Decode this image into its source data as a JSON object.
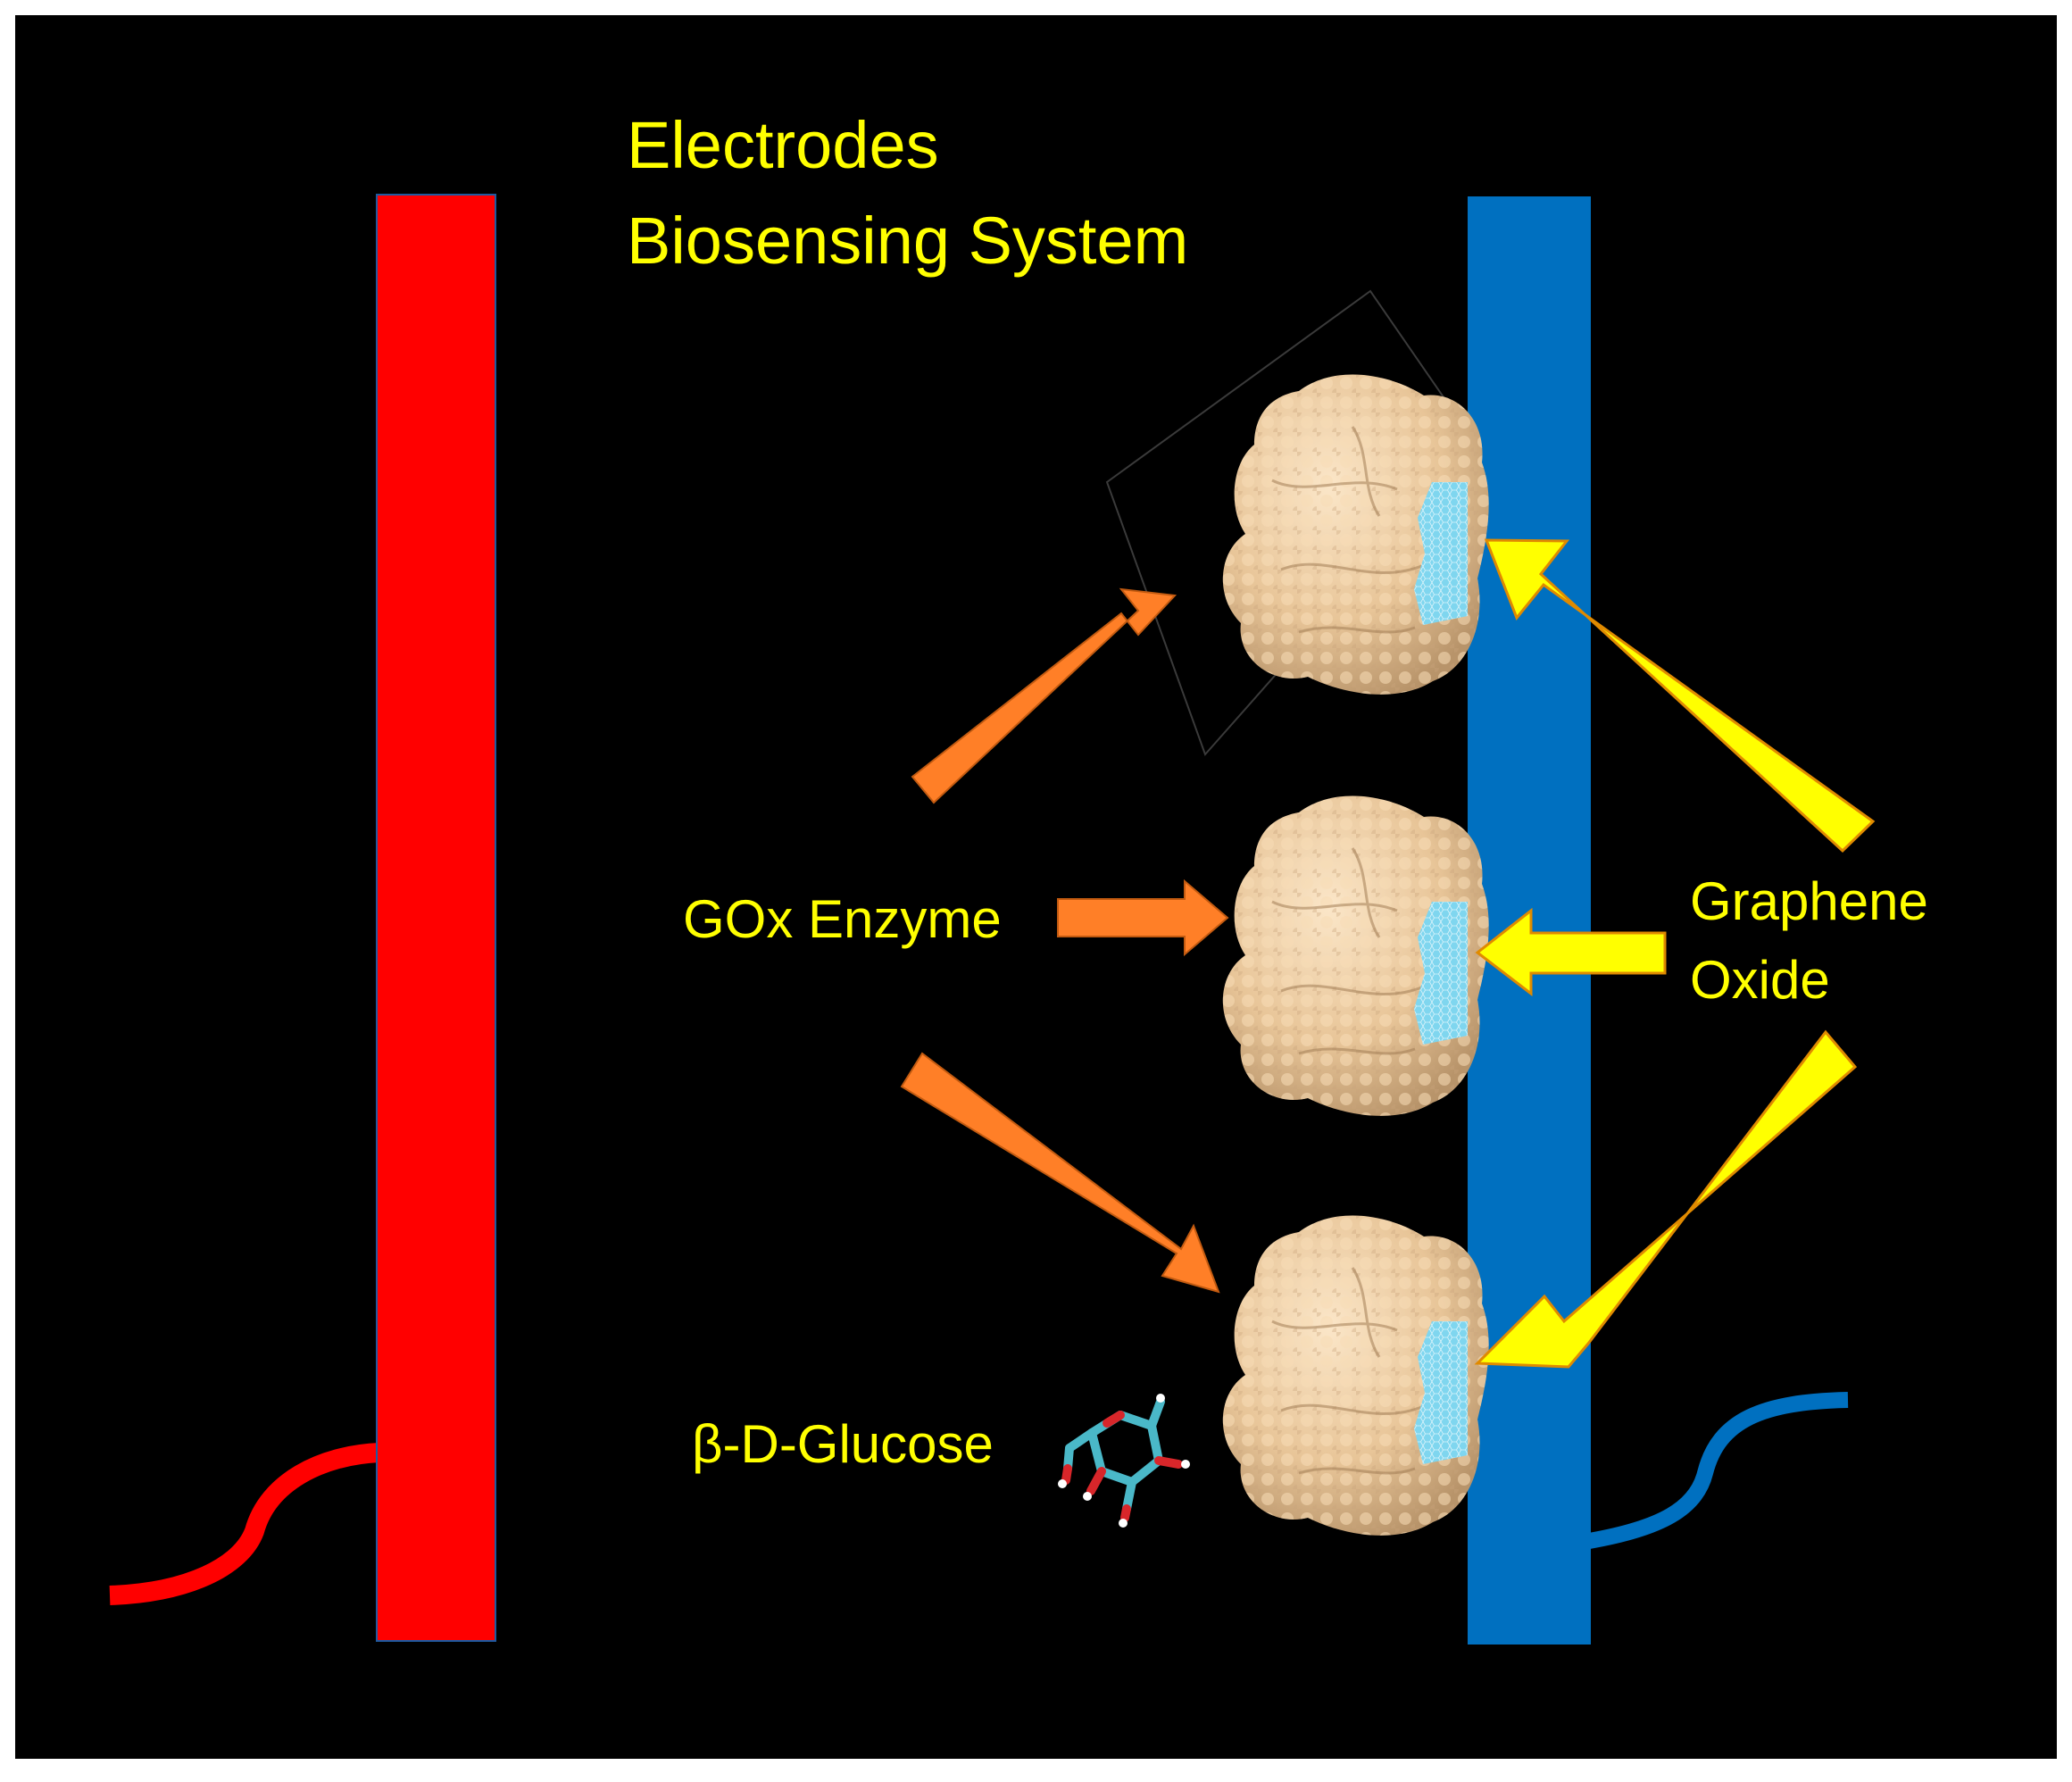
{
  "title": {
    "line1": "Electrodes",
    "line2": "Biosensing System"
  },
  "labels": {
    "enzyme": "GOx Enzyme",
    "graphene_line1": "Graphene",
    "graphene_line2": "Oxide",
    "glucose": "β-D-Glucose"
  },
  "colors": {
    "background": "#000000",
    "frame": "#ffffff",
    "text": "#ffff00",
    "electrode_left": "#ff0000",
    "electrode_right": "#0070c0",
    "enzyme_arrow": "#ff7f27",
    "graphene_arrow": "#ffff00",
    "enzyme": "#f2d3a8",
    "graphene": "#7fd6ef"
  },
  "icons": {
    "left_electrode": "red-electrode-bar",
    "right_electrode": "blue-electrode-bar",
    "enzyme": "gox-enzyme-surface",
    "graphene": "graphene-oxide-sheet",
    "glucose": "glucose-molecule"
  }
}
